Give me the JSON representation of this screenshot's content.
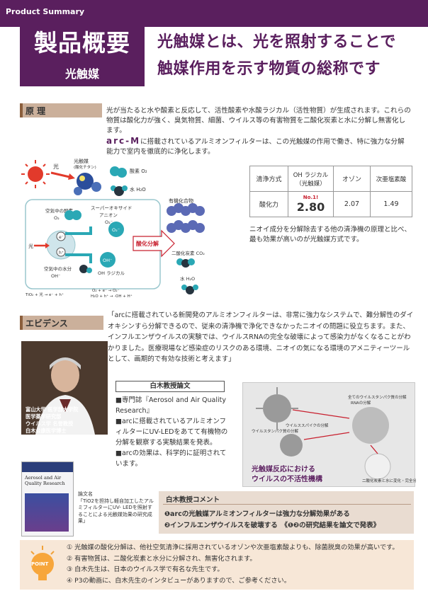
{
  "header": {
    "label": "Product Summary",
    "title": "製品概要",
    "subtitle": "光触媒",
    "headline_1": "光触媒とは、光を照射することで",
    "headline_2": "触媒作用を示す物質の総称です"
  },
  "principle": {
    "heading": "原 理",
    "para_1": "光が当たると水や酸素と反応して、活性酸素や水酸ラジカル（活性物質）が生成されます。これらの物質は酸化力が強く、臭気物質、細菌、ウイルス等の有害物質を二酸化炭素と水に分解し無害化します。",
    "brand": "arc-M",
    "para_2": "に搭載されているアルミオンフィルターは、この光触媒の作用で働き、特に強力な分解能力で室内を徹底的に浄化します。",
    "diagram": {
      "light": "光",
      "catalyst": "光触媒",
      "catalyst_sub": "(酸化チタン)",
      "oxygen": "酸素 O₂",
      "water": "水 H₂O",
      "air_oxygen": "空気中の酸素",
      "o2": "O₂",
      "superoxide": "スーパーオキサイド",
      "anion": "アニオン",
      "o2_minus": "O₂⁻",
      "light2": "光",
      "air_water": "空気中の水分",
      "oh_minus": "OH⁻",
      "oh_radical": "OH ラジカル",
      "oxidative": "酸化分解",
      "organic": "有機化合物",
      "co2": "二酸化炭素 CO₂",
      "water2": "水 H₂O",
      "eq_1": "TiO₂ + 光 → e⁻ + h⁺",
      "eq_2": "O₂ + e⁻ → O₂⁻",
      "eq_3": "H₂O + h⁺ → ·OH + H⁺",
      "electron": "e⁻",
      "hole": "h⁺",
      "oh_symbol": "OH⁻"
    },
    "table": {
      "headers": [
        "清浄方式",
        "OH ラジカル\n（光触媒）",
        "オゾン",
        "次亜塩素酸"
      ],
      "row_label": "酸化力",
      "no1": "No.1!",
      "values": [
        "2.80",
        "2.07",
        "1.49"
      ]
    },
    "table_note": "ニオイ成分を分解除去する他の清浄機の原理と比べ、最も効果が高いのが光触媒方式です。"
  },
  "evidence": {
    "heading": "エビデンス",
    "quote": "「arcに搭載されている新開発のアルミオンフィルターは、非常に強力なシステムで、難分解性のダイオキシンすら分解できるので、従来の清浄機で浄化できなかったニオイの問題に役立ちます。また、インフルエンザウイルスの実験では、ウイルスRNAの完全な破壊によって感染力がなくなることがわかりました。医療現場など感染症のリスクのある環境、ニオイの気になる環境のアメニティーツールとして、画期的で有効な技術と考えます」",
    "profile": [
      "富山大学 医学部大学院",
      "医学薬学研究部",
      "ウイルス学 名誉教授",
      "白木公康医学博士"
    ],
    "paper_box_title": "白木教授論文",
    "paper_items": [
      "■専門誌『Aerosol and Air Quality Research』",
      "■arcに搭載されているアルミオンフィルターにUV-LEDをあてて有機物の分解を観察する実験結果を発表。",
      "■arcの効果は、科学的に証明されています。"
    ],
    "journal_title": "Aerosol and Air Quality Research",
    "journal_caption": [
      "論文名",
      "「TiO2を担持し軽自加工したアルミフィルターにUV- LEDを照射することによる光触媒効果の研究成果」"
    ],
    "micro_labels": [
      "RNAの分解",
      "ウイルスタンパク質の分解",
      "全てのウイルスタンパク質の分解",
      "二酸化炭素と水に変化・完全分解",
      "ウイルススパイクの分解"
    ],
    "micro_caption_1": "光触媒反応における",
    "micro_caption_2": "ウイルスの不活性機構",
    "comment_title": "白木教授コメント",
    "comment_1": "❶arcの光触媒アルミオンフィルターは強力な分解効果がある",
    "comment_2": "❷インフルエンザウイルスを破壊する　《❶❷の研究結果を論文で発表》"
  },
  "points": {
    "badge": "POINT",
    "items": [
      "① 光触媒の酸化分解は、他社空気清浄に採用されているオゾンや次亜塩素酸よりも、除菌脱臭の効果が高いです。",
      "② 有害物質は、二酸化炭素と水分に分解され、無害化されます。",
      "③ 白木先生は、日本のウイルス学で有名な先生です。",
      "④ P3の動画に、白木先生のインタビューがありますので、ご参考ください。"
    ]
  },
  "colors": {
    "brand_purple": "#5a1f5e",
    "section_tan": "#cbb09b",
    "teal": "#1aa4b8",
    "red_arrow": "#c8202f"
  }
}
